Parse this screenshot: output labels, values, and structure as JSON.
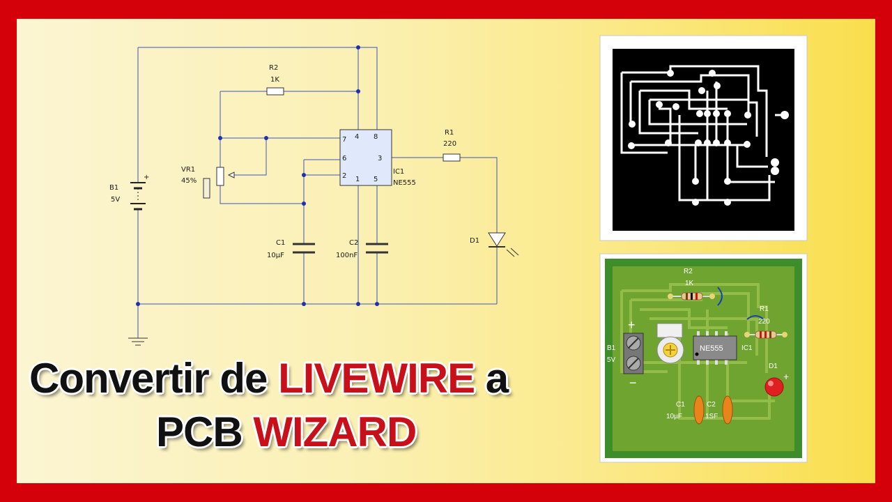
{
  "schematic": {
    "r2": {
      "name": "R2",
      "value": "1K"
    },
    "r1": {
      "name": "R1",
      "value": "220"
    },
    "vr1": {
      "name": "VR1",
      "value": "45%"
    },
    "b1": {
      "name": "B1",
      "value": "5V",
      "plus": "+"
    },
    "ic1": {
      "name": "IC1",
      "value": "NE555",
      "pins": [
        "4",
        "8",
        "7",
        "6",
        "3",
        "2",
        "1",
        "5"
      ]
    },
    "c1": {
      "name": "C1",
      "value": "10µF"
    },
    "c2": {
      "name": "C2",
      "value": "100nF"
    },
    "d1": {
      "name": "D1"
    }
  },
  "pcb_view": {
    "labels": {
      "r2": "R2",
      "r2_value": "1K",
      "r1": "R1",
      "r1_value": "220",
      "b1": "B1",
      "b1_value": "5V",
      "plus": "+",
      "minus": "−",
      "ic_chip": "NE555",
      "ic1": "IC1",
      "d1": "D1",
      "d1_plus": "+",
      "c1": "C1",
      "c1_value": "10µF",
      "c2": "C2",
      "c2_value": "1SF"
    }
  },
  "title": {
    "line1_part1": "Convertir de ",
    "line1_highlight": "LIVEWIRE",
    "line1_part2": " a",
    "line2_part1": "PCB ",
    "line2_highlight": "WIZARD"
  },
  "colors": {
    "frame": "#d4000a",
    "title_highlight": "#c8101a",
    "pcb_board": "#6fa431",
    "wire": "#3a56b8"
  }
}
